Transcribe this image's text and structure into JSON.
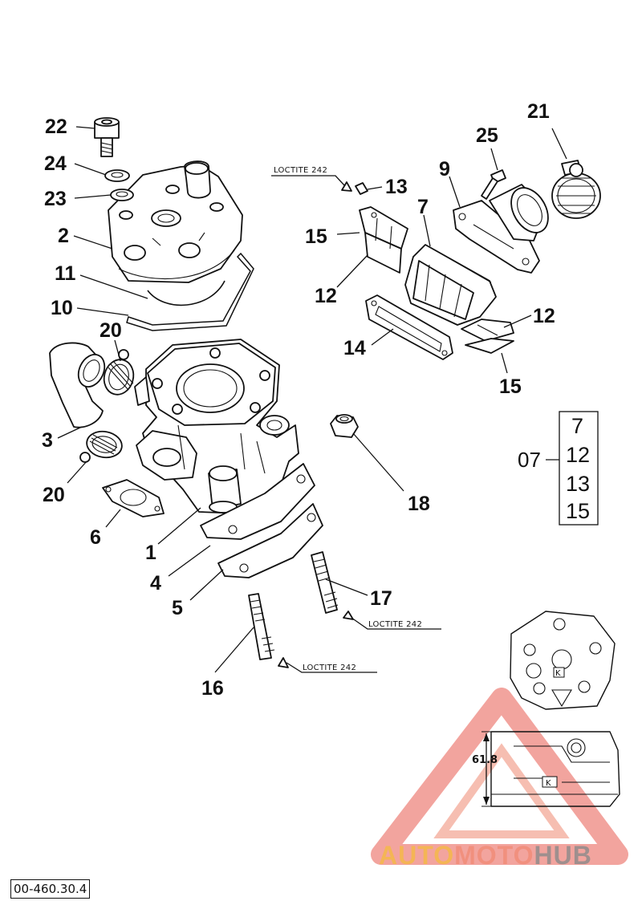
{
  "callouts": {
    "n1": "1",
    "n2": "2",
    "n3": "3",
    "n4": "4",
    "n5": "5",
    "n6": "6",
    "n7": "7",
    "n9": "9",
    "n10": "10",
    "n11": "11",
    "n12a": "12",
    "n12b": "12",
    "n13": "13",
    "n14": "14",
    "n15a": "15",
    "n15b": "15",
    "n16": "16",
    "n17": "17",
    "n18": "18",
    "n20a": "20",
    "n20b": "20",
    "n21": "21",
    "n22": "22",
    "n23": "23",
    "n24": "24",
    "n25": "25"
  },
  "loctite": {
    "top": "LOCTITE 242",
    "stud17": "LOCTITE 242",
    "stud16": "LOCTITE 242"
  },
  "kit": {
    "label": "07",
    "items": [
      "7",
      "12",
      "13",
      "15"
    ]
  },
  "detail": {
    "dimension": "61.8",
    "marker_top": "K",
    "marker_side": "K"
  },
  "watermark": {
    "part1": "AUTO",
    "part2": "MOTO",
    "part3": "HUB",
    "color_part1": "#f4b942",
    "color_part2": "#f08a73",
    "color_part3": "#8a8a8a"
  },
  "document_code": "00-460.30.4"
}
